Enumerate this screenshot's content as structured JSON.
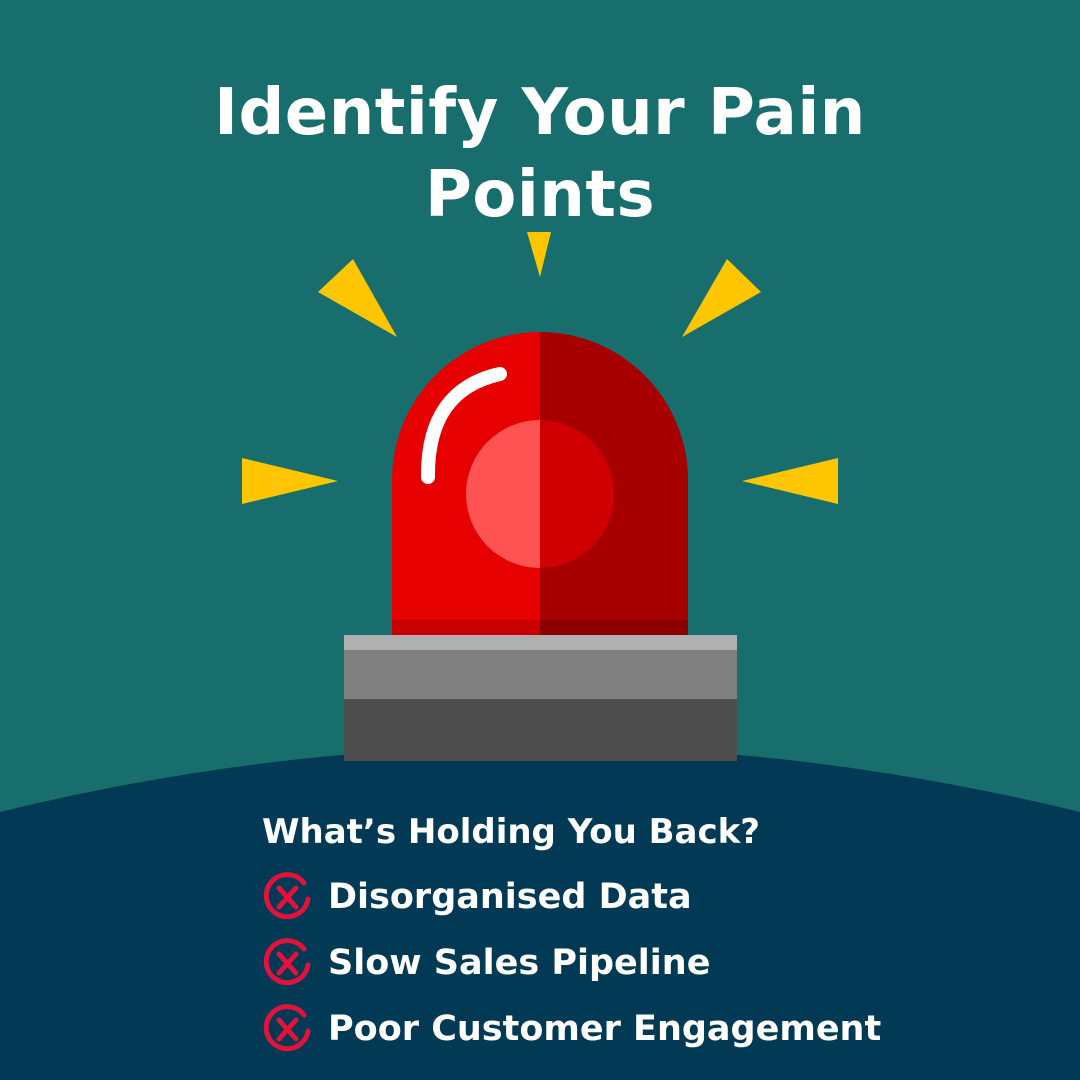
{
  "title": {
    "line1": "Identify Your Pain",
    "line2": "Points"
  },
  "checklist": {
    "heading": "What’s Holding You Back?",
    "items": [
      {
        "label": "Disorganised Data",
        "icon": "x-circle-icon"
      },
      {
        "label": "Slow Sales Pipeline",
        "icon": "x-circle-icon"
      },
      {
        "label": "Poor Customer Engagement",
        "icon": "x-circle-icon"
      }
    ]
  },
  "illustration": {
    "subject": "siren-icon"
  },
  "colors": {
    "background": "#176e6c",
    "bottom_panel": "#023a55",
    "siren_red": "#e60000",
    "siren_dark_red": "#a60000",
    "ray_yellow": "#ffc600",
    "x_icon_red": "#e3123b",
    "text": "#ffffff"
  }
}
